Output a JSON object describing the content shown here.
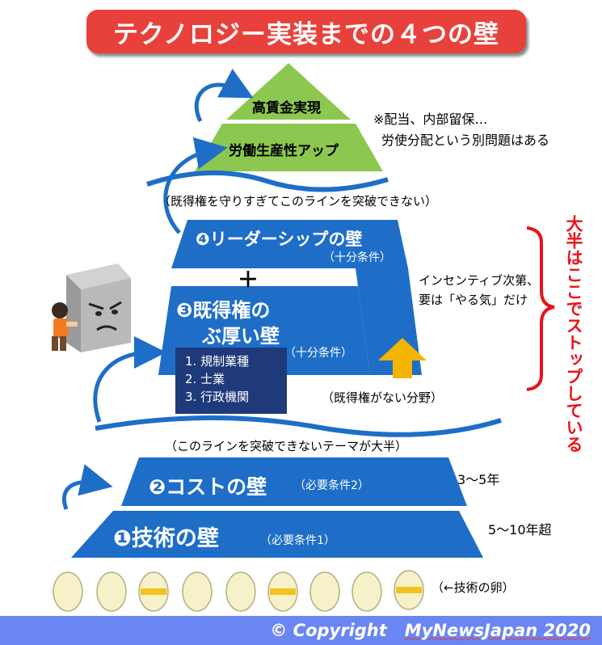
{
  "title": "テクノロジー実装までの４つの壁",
  "pyramid_top": {
    "peak_label": "高賃金実現",
    "lower_label": "労働生産性アップ",
    "note_line1": "※配当、内部留保…",
    "note_line2": "労使分配という別問題はある"
  },
  "line_note_upper": "（既得権を守りすぎてこのラインを突破できない）",
  "wall4": {
    "label": "❹リーダーシップの壁",
    "condition": "（十分条件）"
  },
  "plus_sign": "＋",
  "wall3": {
    "label_line1": "❸既得権の",
    "label_line2": "ぶ厚い壁",
    "condition": "（十分条件）",
    "sectors": [
      "1. 規制業種",
      "2. 士業",
      "3. 行政機関"
    ]
  },
  "side_note_line1": "インセンティブ次第、",
  "side_note_line2": "要は「やる気」だけ",
  "no_vested_note": "（既得権がない分野）",
  "vertical_callout": "大半はここでストップしている",
  "line_note_lower": "（このラインを突破できないテーマが大半）",
  "wall2": {
    "label": "❷コストの壁",
    "condition": "（必要条件2）",
    "duration": "3〜5年"
  },
  "wall1": {
    "label": "❶技術の壁",
    "condition": "（必要条件1）",
    "duration": "5〜10年超"
  },
  "eggs_note": "（←技術の卵）",
  "footer": {
    "copyright": "© Copyright",
    "brand": "MyNewsJapan 2020"
  },
  "colors": {
    "title_red": "#e8413b",
    "wall_blue": "#1e6ec8",
    "pyramid_green": "#8cc850",
    "callout_red": "#e8131b",
    "arrow_gold": "#f5b400",
    "footer_blue": "#6a86f2",
    "sector_navy": "#1f3a7a"
  }
}
